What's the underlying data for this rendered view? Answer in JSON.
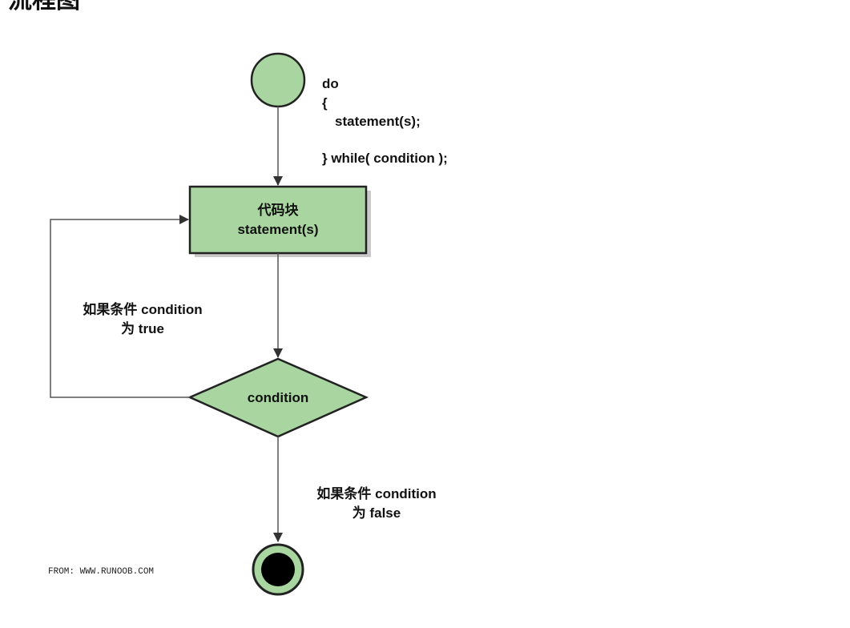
{
  "page": {
    "title": "流程图"
  },
  "code": {
    "line1": "do",
    "line2": "{",
    "line3": "statement(s);",
    "line4": "} while( condition );"
  },
  "nodes": {
    "block_line1": "代码块",
    "block_line2": "statement(s)",
    "decision": "condition"
  },
  "edges": {
    "true_line1": "如果条件 condition",
    "true_line2": "为 true",
    "false_line1": "如果条件 condition",
    "false_line2": "为 false"
  },
  "credit": "FROM: WWW.RUNOOB.COM",
  "colors": {
    "node_fill": "#a8d5a0",
    "stroke": "#222222",
    "line": "#555555",
    "shadow": "#c9c9c9",
    "end_fill": "#000000"
  }
}
